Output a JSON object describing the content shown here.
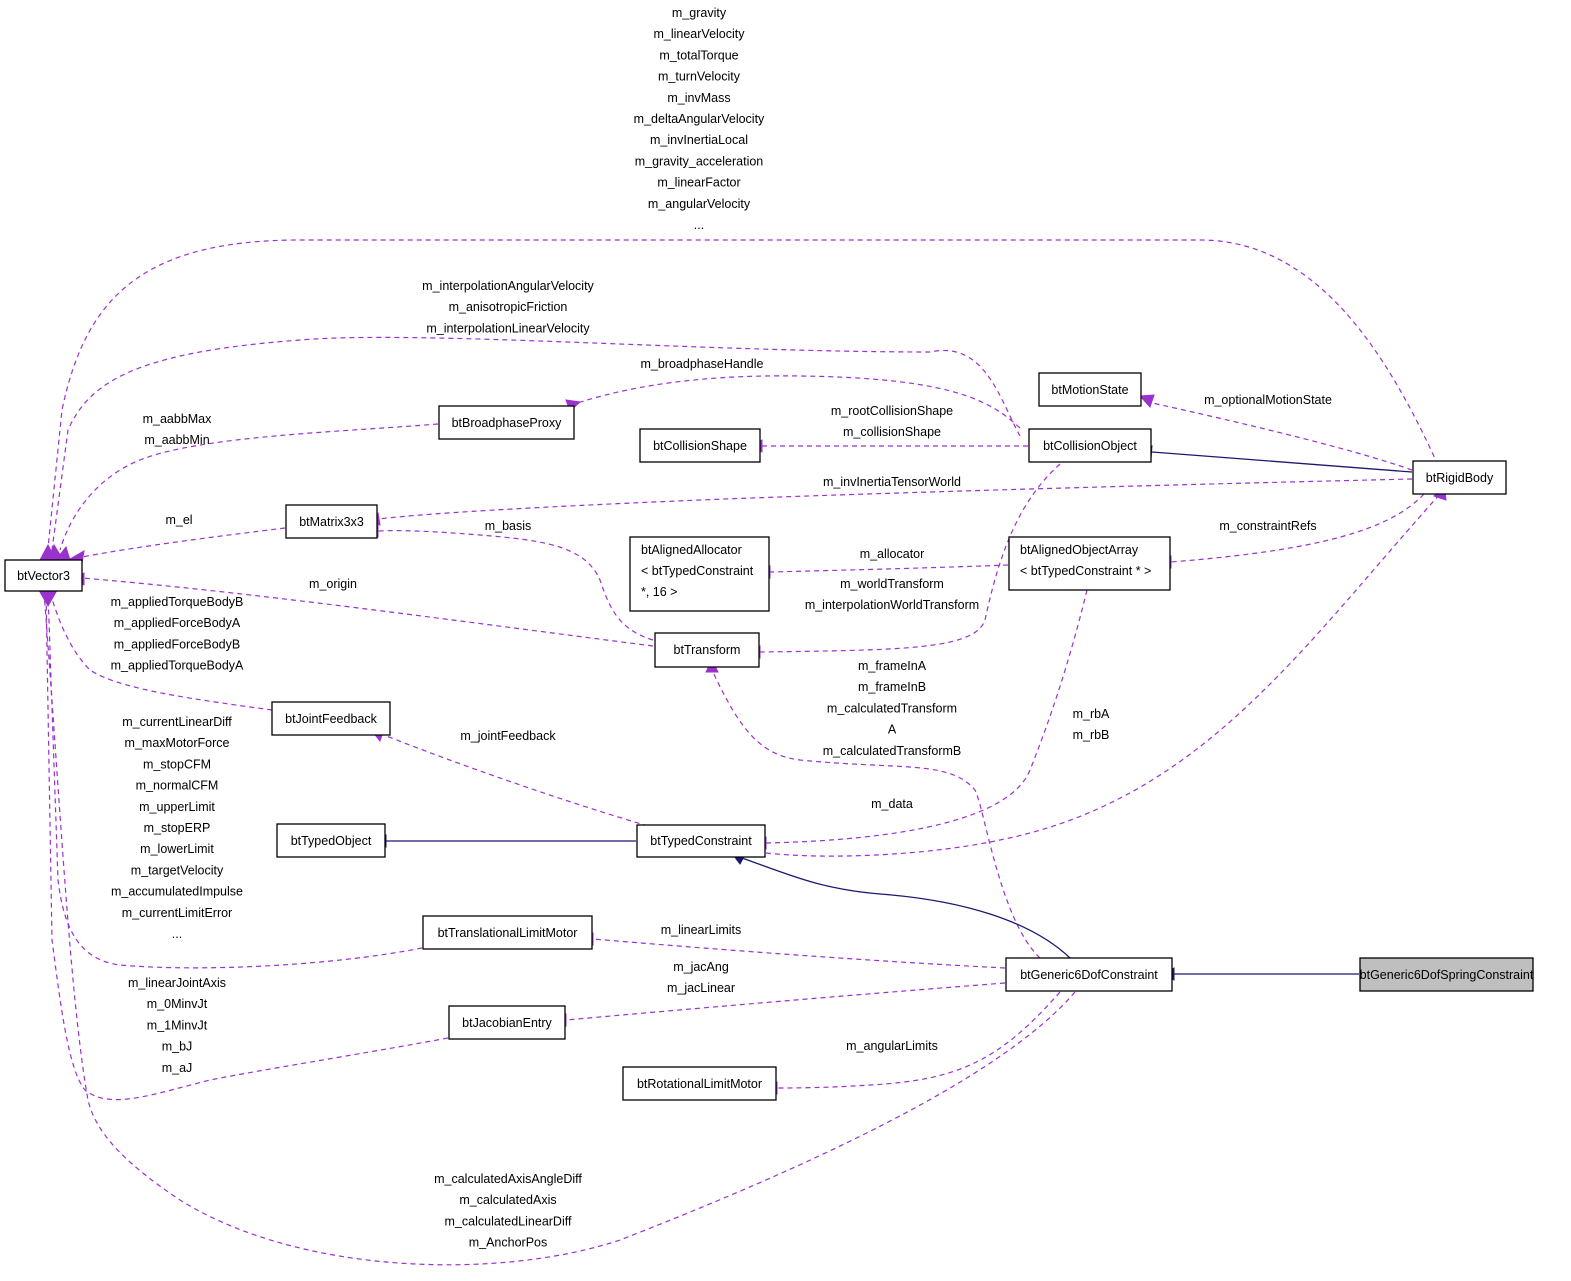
{
  "nodes": {
    "btVector3": [
      "btVector3"
    ],
    "btMatrix3x3": [
      "btMatrix3x3"
    ],
    "btBroadphaseProxy": [
      "btBroadphaseProxy"
    ],
    "btJointFeedback": [
      "btJointFeedback"
    ],
    "btTypedObject": [
      "btTypedObject"
    ],
    "btTranslationalLimitMotor": [
      "btTranslationalLimitMotor"
    ],
    "btJacobianEntry": [
      "btJacobianEntry"
    ],
    "btRotationalLimitMotor": [
      "btRotationalLimitMotor"
    ],
    "btCollisionShape": [
      "btCollisionShape"
    ],
    "btAlignedAllocator": [
      "btAlignedAllocator",
      "< btTypedConstraint",
      "*, 16 >"
    ],
    "btTransform": [
      "btTransform"
    ],
    "btTypedConstraint": [
      "btTypedConstraint"
    ],
    "btMotionState": [
      "btMotionState"
    ],
    "btCollisionObject": [
      "btCollisionObject"
    ],
    "btAlignedObjectArray": [
      "btAlignedObjectArray",
      "< btTypedConstraint * >"
    ],
    "btGeneric6DofConstraint": [
      "btGeneric6DofConstraint"
    ],
    "btRigidBody": [
      "btRigidBody"
    ],
    "btGeneric6DofSpringConstraint": [
      "btGeneric6DofSpringConstraint"
    ]
  },
  "labels": {
    "rigidbody_vector3": [
      "m_gravity",
      "m_linearVelocity",
      "m_totalTorque",
      "m_turnVelocity",
      "m_invMass",
      "m_deltaAngularVelocity",
      "m_invInertiaLocal",
      "m_gravity_acceleration",
      "m_linearFactor",
      "m_angularVelocity",
      "..."
    ],
    "collisionobject_vector3": [
      "m_interpolationAngularVelocity",
      "m_anisotropicFriction",
      "m_interpolationLinearVelocity"
    ],
    "broadphase_handle": [
      "m_broadphaseHandle"
    ],
    "aabb": [
      "m_aabbMax",
      "m_aabbMin"
    ],
    "optional_motion_state": [
      "m_optionalMotionState"
    ],
    "collision_shape": [
      "m_rootCollisionShape",
      "m_collisionShape"
    ],
    "inv_inertia_tensor_world": [
      "m_invInertiaTensorWorld"
    ],
    "el": [
      "m_el"
    ],
    "basis": [
      "m_basis"
    ],
    "constraint_refs": [
      "m_constraintRefs"
    ],
    "allocator": [
      "m_allocator"
    ],
    "world_transform": [
      "m_worldTransform",
      "m_interpolationWorldTransform"
    ],
    "origin": [
      "m_origin"
    ],
    "joint_feedback_vectors": [
      "m_appliedTorqueBodyB",
      "m_appliedForceBodyA",
      "m_appliedForceBodyB",
      "m_appliedTorqueBodyA"
    ],
    "frames": [
      "m_frameInA",
      "m_frameInB",
      "m_calculatedTransform",
      "A",
      "m_calculatedTransformB"
    ],
    "rb": [
      "m_rbA",
      "m_rbB"
    ],
    "joint_feedback": [
      "m_jointFeedback"
    ],
    "data": [
      "m_data"
    ],
    "translational_vectors": [
      "m_currentLinearDiff",
      "m_maxMotorForce",
      "m_stopCFM",
      "m_normalCFM",
      "m_upperLimit",
      "m_stopERP",
      "m_lowerLimit",
      "m_targetVelocity",
      "m_accumulatedImpulse",
      "m_currentLimitError",
      "..."
    ],
    "linear_limits": [
      "m_linearLimits"
    ],
    "jac": [
      "m_jacAng",
      "m_jacLinear"
    ],
    "jacobian_vectors": [
      "m_linearJointAxis",
      "m_0MinvJt",
      "m_1MinvJt",
      "m_bJ",
      "m_aJ"
    ],
    "angular_limits": [
      "m_angularLimits"
    ],
    "generic6dof_vectors": [
      "m_calculatedAxisAngleDiff",
      "m_calculatedAxis",
      "m_calculatedLinearDiff",
      "m_AnchorPos"
    ]
  },
  "colors": {
    "usage_edge": "#9a32cd",
    "inheritance_edge": "#191970",
    "focus_node_fill": "#bfbfbf"
  }
}
